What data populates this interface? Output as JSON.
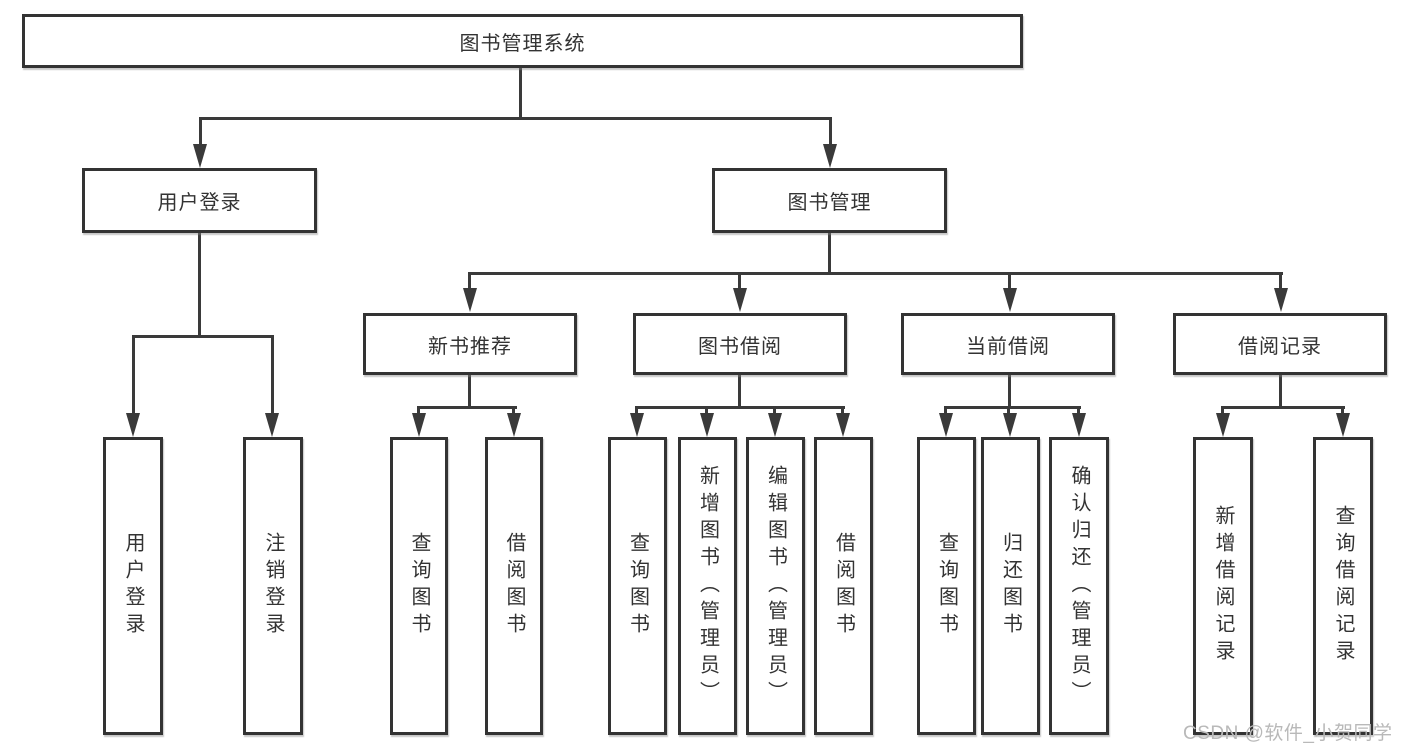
{
  "diagram": {
    "type": "hierarchy-tree",
    "title": "图书管理系统",
    "structure": {
      "图书管理系统": [
        "用户登录",
        "图书管理"
      ],
      "用户登录": [
        "用户登录",
        "注销登录"
      ],
      "图书管理": [
        "新书推荐",
        "图书借阅",
        "当前借阅",
        "借阅记录"
      ],
      "新书推荐": [
        "查询图书",
        "借阅图书"
      ],
      "图书借阅": [
        "查询图书",
        "新增图书（管理员）",
        "编辑图书（管理员）",
        "借阅图书"
      ],
      "当前借阅": [
        "查询图书",
        "归还图书",
        "确认归还（管理员）"
      ],
      "借阅记录": [
        "新增借阅记录",
        "查询借阅记录"
      ]
    }
  },
  "nodes": {
    "root": {
      "label": "图书管理系统"
    },
    "user_login": {
      "label": "用户登录"
    },
    "book_mgmt": {
      "label": "图书管理"
    },
    "new_book_rec": {
      "label": "新书推荐"
    },
    "book_borrow": {
      "label": "图书借阅"
    },
    "current_borrow": {
      "label": "当前借阅"
    },
    "borrow_record": {
      "label": "借阅记录"
    },
    "ul_login": {
      "label": "用户登录"
    },
    "ul_logout": {
      "label": "注销登录"
    },
    "nb_query": {
      "label": "查询图书"
    },
    "nb_borrow": {
      "label": "借阅图书"
    },
    "bb_query": {
      "label": "查询图书"
    },
    "bb_add": {
      "label": "新增图书（管理员）"
    },
    "bb_edit": {
      "label": "编辑图书（管理员）"
    },
    "bb_borrow": {
      "label": "借阅图书"
    },
    "cb_query": {
      "label": "查询图书"
    },
    "cb_return": {
      "label": "归还图书"
    },
    "cb_confirm": {
      "label": "确认归还（管理员）"
    },
    "br_add": {
      "label": "新增借阅记录"
    },
    "br_query": {
      "label": "查询借阅记录"
    }
  },
  "watermark": {
    "text": "CSDN @软件_小贺同学"
  },
  "colors": {
    "background": "#ffffff",
    "box_border": "#333333",
    "line": "#3a3a3a",
    "text": "#333333",
    "watermark": "#b9b9b9"
  }
}
